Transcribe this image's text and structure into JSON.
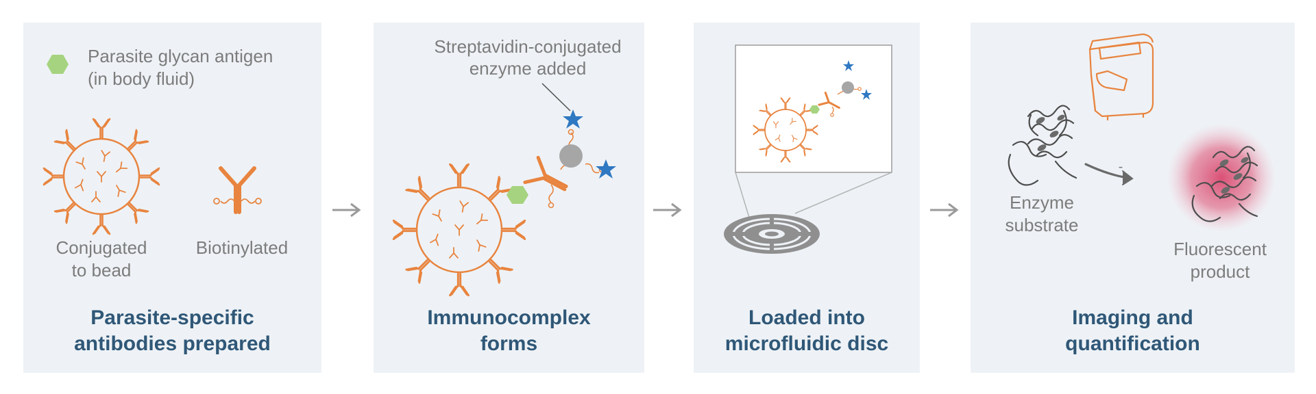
{
  "panel1": {
    "legend_label_line1": "Parasite glycan antigen",
    "legend_label_line2": "(in body fluid)",
    "bead_label_line1": "Conjugated",
    "bead_label_line2": "to bead",
    "biotin_label": "Biotinylated",
    "title_line1": "Parasite-specific",
    "title_line2": "antibodies prepared"
  },
  "panel2": {
    "callout_line1": "Streptavidin-conjugated",
    "callout_line2": "enzyme added",
    "title_line1": "Immunocomplex",
    "title_line2": "forms"
  },
  "panel3": {
    "title_line1": "Loaded into",
    "title_line2": "microfluidic disc"
  },
  "panel4": {
    "substrate_label_line1": "Enzyme",
    "substrate_label_line2": "substrate",
    "arrow_label": "-",
    "product_label_line1": "Fluorescent",
    "product_label_line2": "product",
    "title_line1": "Imaging and",
    "title_line2": "quantification"
  },
  "colors": {
    "panel_bg": "#eef2f6",
    "antibody_orange": "#e8843f",
    "antigen_green": "#a6d37f",
    "enzyme_gray": "#a6a6a6",
    "star_blue": "#2f78c2",
    "title_blue": "#2f5777",
    "label_gray": "#7c7c7c",
    "fluor_pink": "#d9486f"
  }
}
